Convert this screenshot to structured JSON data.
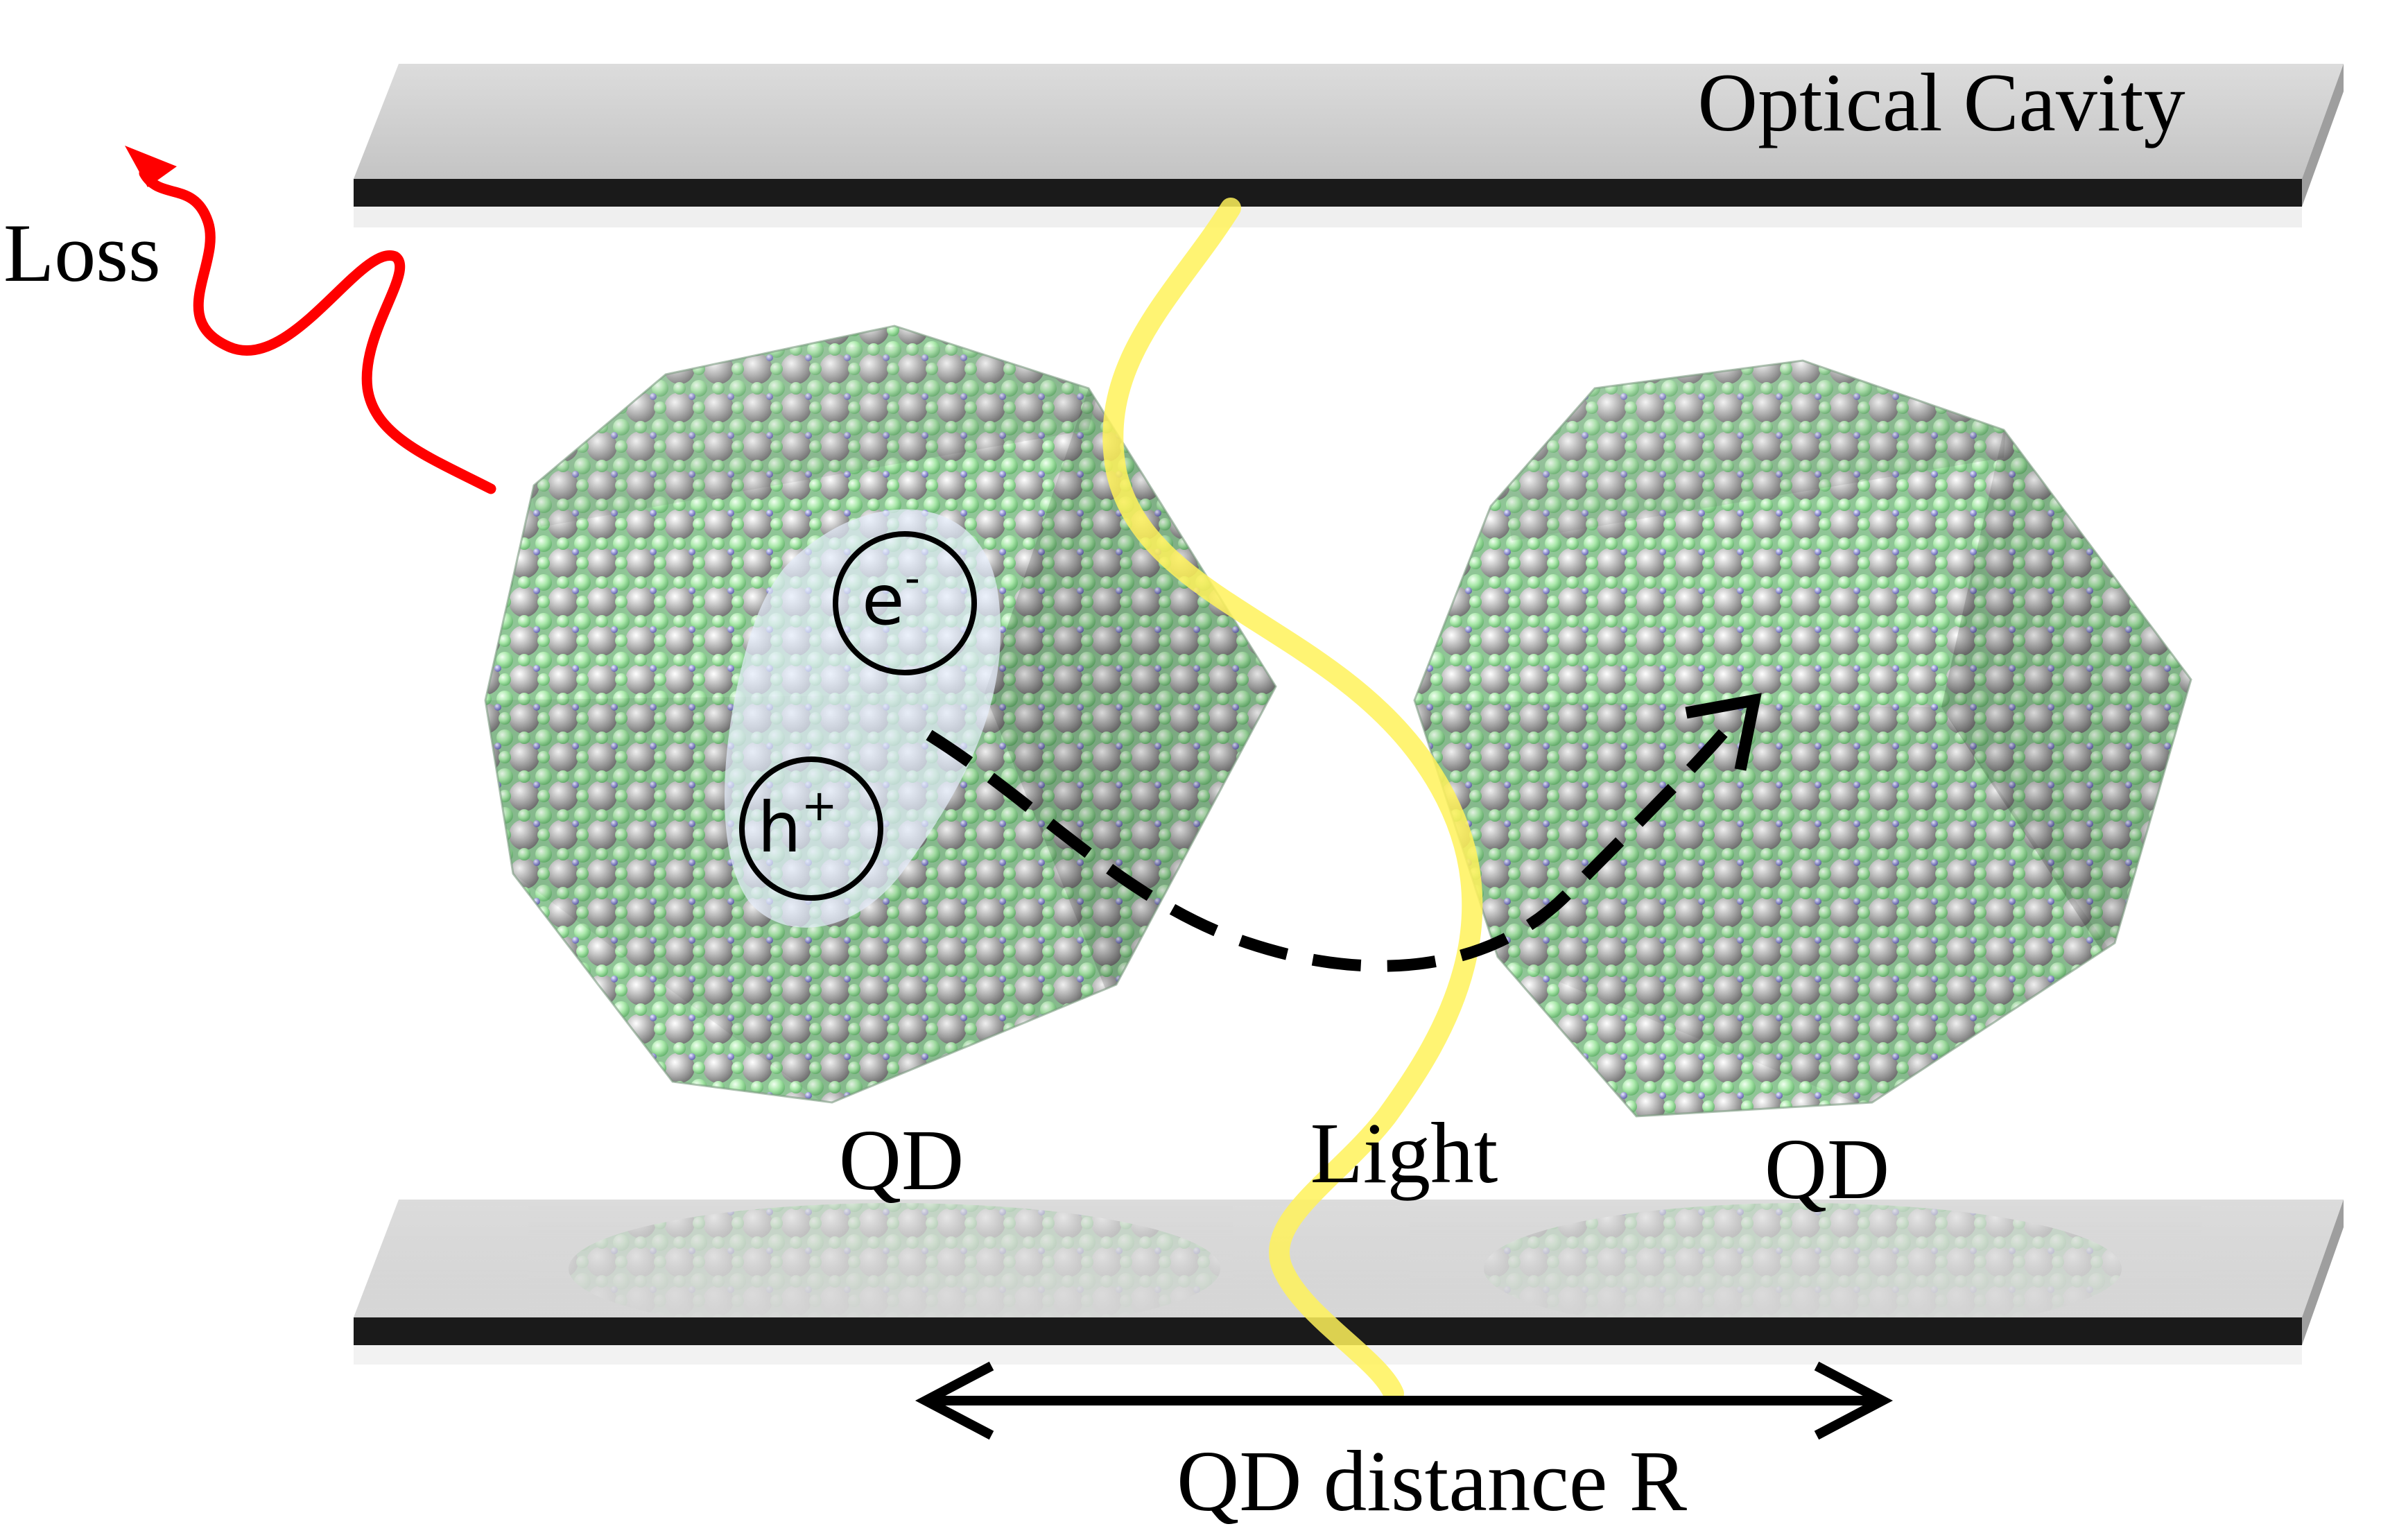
{
  "labels": {
    "cavity": "Optical Cavity",
    "loss": "Loss",
    "qd_left": "QD",
    "qd_right": "QD",
    "light": "Light",
    "distance": "QD distance R"
  },
  "exciton": {
    "electron_base": "e",
    "electron_sup": "-",
    "hole_base": "h",
    "hole_sup": "+"
  },
  "colors": {
    "mirror_top": "#d4d4d4",
    "mirror_edge": "#1a1a1a",
    "atom_gray": "#b4b4b4",
    "atom_green": "#a8e6a8",
    "atom_blue": "#9a9ad8",
    "light": "#fff25a",
    "loss": "#ff0000",
    "exciton_cloud": "#dfe8f8"
  }
}
